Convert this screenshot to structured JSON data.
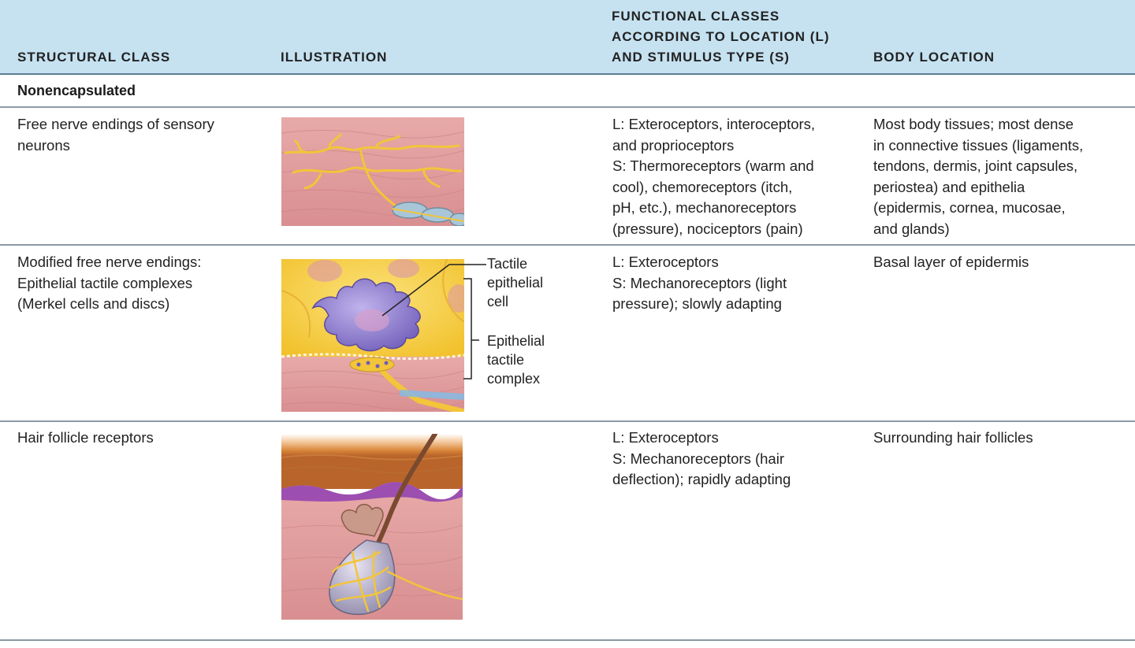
{
  "headers": {
    "structural": "STRUCTURAL CLASS",
    "illustration": "ILLUSTRATION",
    "functional": "FUNCTIONAL CLASSES\nACCORDING TO LOCATION (L)\nAND STIMULUS TYPE (S)",
    "location": "BODY LOCATION"
  },
  "section_title": "Nonencapsulated",
  "rows": [
    {
      "structural": "Free nerve endings of sensory\nneurons",
      "functional": "L: Exteroceptors, interoceptors,\nand proprioceptors\nS: Thermoreceptors (warm and\ncool), chemoreceptors (itch,\npH, etc.), mechanoreceptors\n(pressure), nociceptors (pain)",
      "location": "Most body tissues; most dense\nin connective tissues (ligaments,\ntendons, dermis, joint capsules,\nperiostea) and epithelia\n(epidermis, cornea, mucosae,\nand glands)"
    },
    {
      "structural": "Modified free nerve endings:\nEpithelial tactile complexes\n(Merkel cells and discs)",
      "functional": "L: Exteroceptors\nS: Mechanoreceptors (light\npressure); slowly adapting",
      "location": "Basal layer of epidermis",
      "callouts": {
        "cell": "Tactile\nepithelial\ncell",
        "complex": "Epithelial\ntactile\ncomplex"
      }
    },
    {
      "structural": "Hair follicle receptors",
      "functional": "L: Exteroceptors\nS: Mechanoreceptors (hair\ndeflection); rapidly adapting",
      "location": "Surrounding hair follicles"
    }
  ],
  "colors": {
    "header_bg": "#c6e2f1",
    "tissue_pink": "#e4a3a3",
    "nerve_yellow": "#f2c53a",
    "merkel_purple": "#8a78c8"
  }
}
